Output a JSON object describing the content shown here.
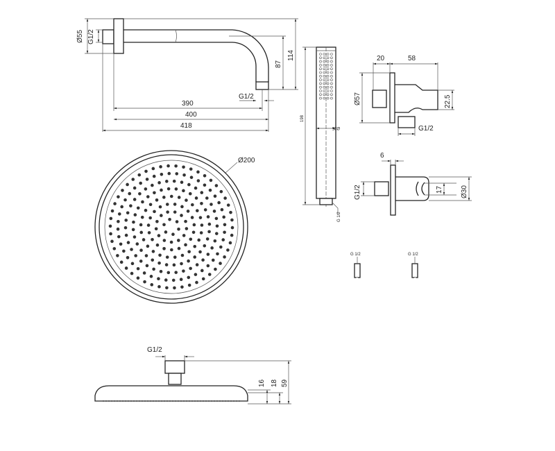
{
  "shower_arm": {
    "diameter": "Ø55",
    "thread_inlet": "G1/2",
    "drop": "87",
    "height": "114",
    "thread_outlet": "G1/2",
    "len1": "390",
    "len2": "400",
    "len3": "418"
  },
  "hand_shower": {
    "length": "198",
    "diameter": "Ø25",
    "thread": "G 1/2"
  },
  "wall_outlet": {
    "depth": "20",
    "length": "58",
    "diameter": "Ø57",
    "height": "22.5",
    "thread": "G1/2"
  },
  "holder": {
    "depth": "6",
    "thread": "G1/2",
    "inner": "17",
    "diameter": "Ø30"
  },
  "head": {
    "diameter": "Ø200",
    "thread": "G1/2",
    "h1": "16",
    "h2": "18",
    "h3": "59"
  },
  "hose": {
    "thread_left": "G 1/2",
    "thread_right": "G 1/2"
  }
}
